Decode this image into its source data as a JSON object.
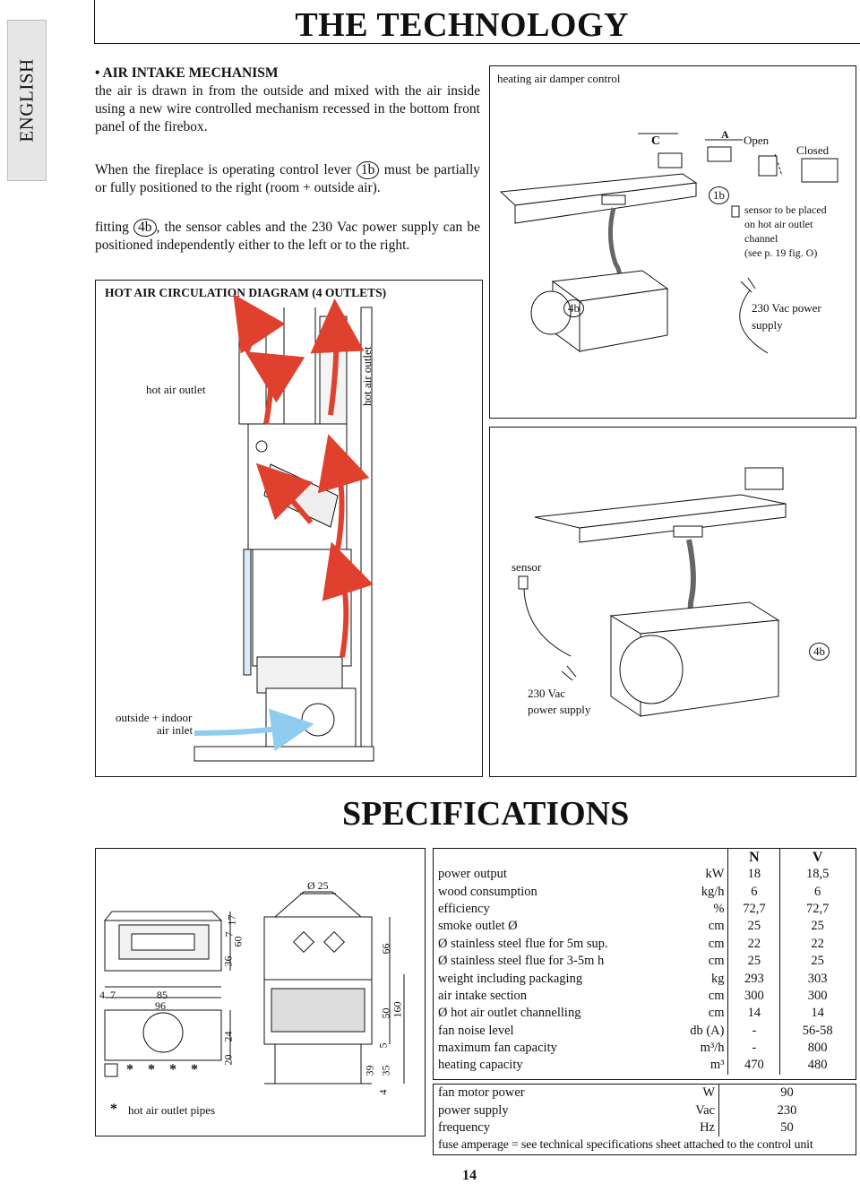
{
  "sidebar": {
    "language": "ENGLISH"
  },
  "header": {
    "title": "THE TECHNOLOGY"
  },
  "intro": {
    "heading": "• AIR INTAKE MECHANISM",
    "p1": "the air is drawn in from the outside and mixed with the air inside using a new wire controlled mechanism recessed in the bottom front panel of the firebox.",
    "p2_a": "When the fireplace is operating control lever",
    "p2_ref": "1b",
    "p2_b": "must be partially or fully positioned to the right (room + outside air).",
    "p3_a": "fitting",
    "p3_ref": "4b",
    "p3_b": ", the sensor cables and the 230 Vac power supply can be positioned independently either to the left or to the right."
  },
  "circulation": {
    "heading": "HOT AIR CIRCULATION DIAGRAM (4 OUTLETS)",
    "hot_air_outlet_left": "hot air outlet",
    "hot_air_outlet_vertical": "hot air outlet",
    "inlet_line1": "outside + indoor",
    "inlet_line2": "air inlet"
  },
  "damper": {
    "title": "heating air damper control",
    "label_c": "C",
    "label_a": "A",
    "label_open": "Open",
    "label_closed": "Closed",
    "label_1b": "1b",
    "label_4b": "4b",
    "sensor_line1": "sensor to be placed",
    "sensor_line2": "on hot air outlet",
    "sensor_line3": "channel",
    "sensor_line4": "(see p. 19 fig. O)",
    "power_line1": "230 Vac power",
    "power_line2": "supply"
  },
  "fan_panel": {
    "sensor": "sensor",
    "label_4b": "4b",
    "power_line1": "230 Vac",
    "power_line2": "power supply"
  },
  "specs": {
    "title": "SPECIFICATIONS",
    "col_n": "N",
    "col_v": "V",
    "rows": [
      {
        "label": "power output",
        "unit": "kW",
        "n": "18",
        "v": "18,5"
      },
      {
        "label": "wood consumption",
        "unit": "kg/h",
        "n": "6",
        "v": "6"
      },
      {
        "label": "efficiency",
        "unit": "%",
        "n": "72,7",
        "v": "72,7"
      },
      {
        "label": "smoke outlet  Ø",
        "unit": "cm",
        "n": "25",
        "v": "25"
      },
      {
        "label": "Ø stainless steel flue for 5m sup.",
        "unit": "cm",
        "n": "22",
        "v": "22"
      },
      {
        "label": "Ø stainless steel flue for 3-5m h",
        "unit": "cm",
        "n": "25",
        "v": "25"
      },
      {
        "label": "weight including packaging",
        "unit": "kg",
        "n": "293",
        "v": "303"
      },
      {
        "label": "air intake section",
        "unit": "cm",
        "n": "300",
        "v": "300"
      },
      {
        "label": "Ø hot air outlet channelling",
        "unit": "cm",
        "n": "14",
        "v": "14"
      },
      {
        "label": "fan noise level",
        "unit": "db (A)",
        "n": "-",
        "v": "56-58"
      },
      {
        "label": "maximum fan capacity",
        "unit": "m³/h",
        "n": "-",
        "v": "800"
      },
      {
        "label": "heating capacity",
        "unit": "m³",
        "n": "470",
        "v": "480"
      }
    ],
    "rows2": [
      {
        "label": "fan motor power",
        "unit": "W",
        "value": "90"
      },
      {
        "label": "power supply",
        "unit": "Vac",
        "value": "230"
      },
      {
        "label": "frequency",
        "unit": "Hz",
        "value": "50"
      }
    ],
    "fuse_note": "fuse amperage = see technical specifications sheet attached to the control unit"
  },
  "dims": {
    "d85": "85",
    "d96": "96",
    "d4": "4",
    "d7": "7",
    "d36": "36",
    "d60": "60",
    "d7b": "7",
    "d17": "17",
    "d24": "24",
    "d20": "20",
    "d25": "Ø 25",
    "d66": "66",
    "d50": "50",
    "d160": "160",
    "d5": "5",
    "d39": "39",
    "d35": "35",
    "d4b": "4",
    "star": "*",
    "legend": "hot air outlet pipes"
  },
  "page": {
    "number": "14"
  }
}
